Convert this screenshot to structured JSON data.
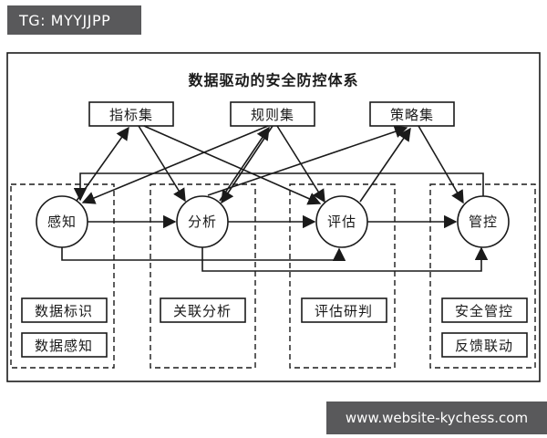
{
  "badges": {
    "top_left": "TG: MYYJJPP",
    "bottom_right": "www.website-kychess.com"
  },
  "diagram": {
    "title": "数据驱动的安全防控体系",
    "top_boxes": {
      "zhibiaoji": "指标集",
      "guizeji": "规则集",
      "celveji": "策略集"
    },
    "nodes": {
      "ganzhi": "感知",
      "fenxi": "分析",
      "pinggu": "评估",
      "guankong": "管控"
    },
    "sub_boxes": {
      "shuju_biaoshi": "数据标识",
      "shuju_ganzhi": "数据感知",
      "guanlian_fenxi": "关联分析",
      "pinggu_yanpan": "评估研判",
      "anquan_guankong": "安全管控",
      "fankui_liandong": "反馈联动"
    },
    "edges": [
      {
        "from": "感知",
        "to": "指标集"
      },
      {
        "from": "指标集",
        "to": "分析"
      },
      {
        "from": "指标集",
        "to": "评估"
      },
      {
        "from": "分析",
        "to": "规则集"
      },
      {
        "from": "规则集",
        "to": "感知"
      },
      {
        "from": "规则集",
        "to": "分析"
      },
      {
        "from": "规则集",
        "to": "评估"
      },
      {
        "from": "分析",
        "to": "策略集"
      },
      {
        "from": "评估",
        "to": "策略集"
      },
      {
        "from": "策略集",
        "to": "管控"
      },
      {
        "from": "感知",
        "to": "分析"
      },
      {
        "from": "分析",
        "to": "评估"
      },
      {
        "from": "评估",
        "to": "管控"
      },
      {
        "from": "感知",
        "to": "评估",
        "via": "bottom"
      },
      {
        "from": "分析",
        "to": "管控",
        "via": "bottom"
      },
      {
        "from": "管控",
        "to": "感知",
        "via": "top"
      }
    ],
    "colors": {
      "line": "#1a1a1a",
      "badge_bg": "#59595b",
      "badge_text": "#ffffff",
      "background": "#ffffff"
    }
  }
}
